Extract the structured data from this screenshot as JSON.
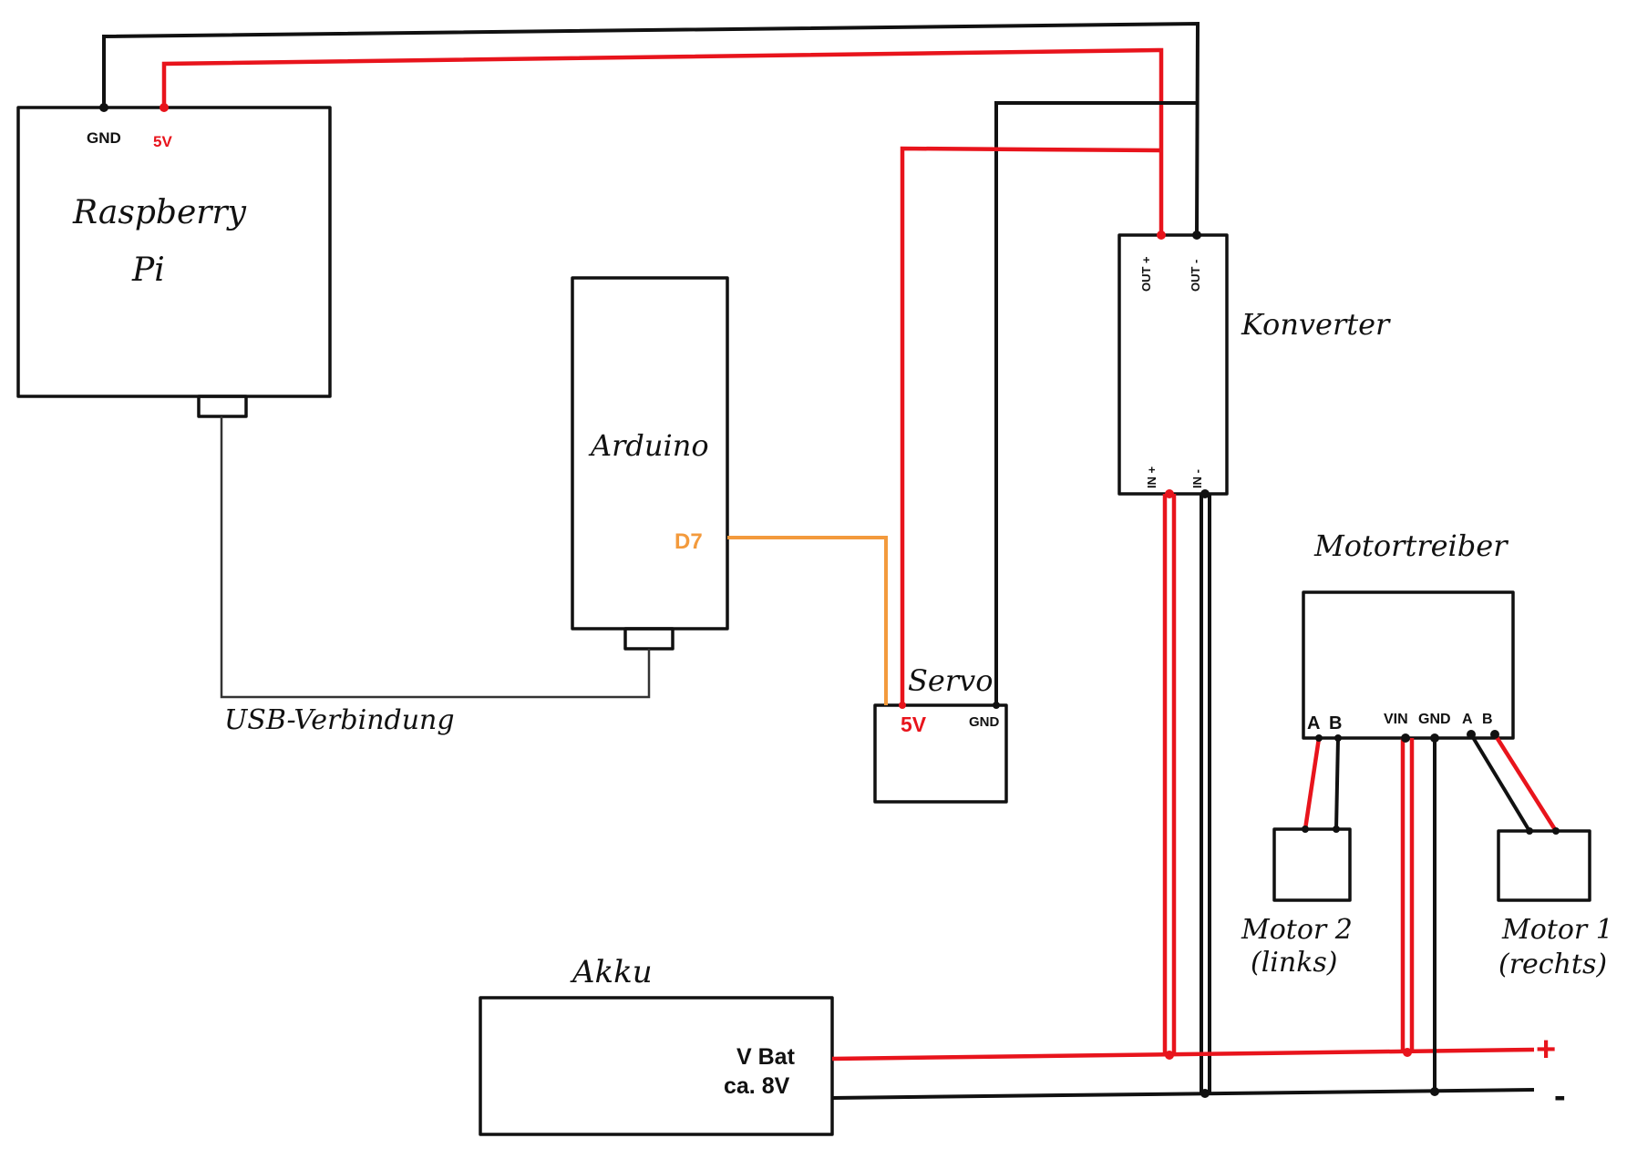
{
  "components": {
    "raspberry": {
      "line1": "Raspberry",
      "line2": "Pi",
      "gnd": "GND",
      "v5": "5V"
    },
    "arduino": {
      "label": "Arduino",
      "d7": "D7"
    },
    "usb": {
      "label": "USB-Verbindung"
    },
    "konverter": {
      "label": "Konverter",
      "out_plus": "OUT +",
      "out_minus": "OUT -",
      "in_plus": "IN +",
      "in_minus": "IN -"
    },
    "servo": {
      "label": "Servo",
      "v5": "5V",
      "gnd": "GND"
    },
    "motortreiber": {
      "label": "Motortreiber",
      "a_left": "A",
      "b_left": "B",
      "vin": "VIN",
      "gnd": "GND",
      "a_right": "A",
      "b_right": "B"
    },
    "motor2": {
      "line1": "Motor 2",
      "line2": "(links)"
    },
    "motor1": {
      "line1": "Motor 1",
      "line2": "(rechts)"
    },
    "akku": {
      "label": "Akku",
      "vbat": "V Bat",
      "voltage": "ca. 8V"
    },
    "rails": {
      "plus": "+",
      "minus": "-"
    }
  },
  "colors": {
    "wire_black": "#111111",
    "wire_red": "#e8141c",
    "signal_orange": "#f39a3c",
    "background": "#ffffff"
  }
}
